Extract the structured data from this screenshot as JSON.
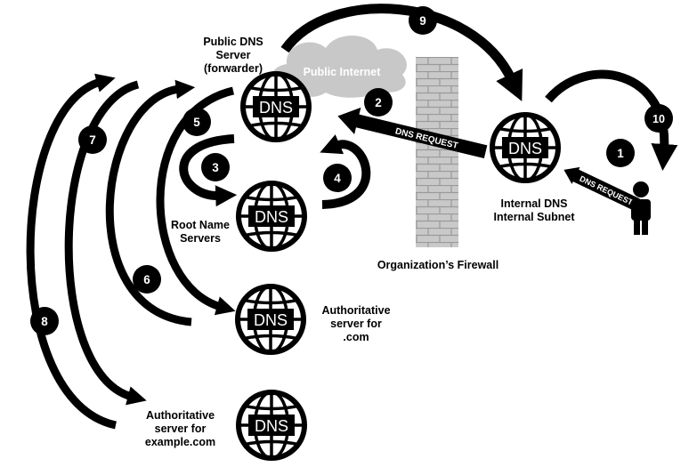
{
  "nodes": {
    "public_dns": {
      "lines": [
        "Public DNS",
        "Server",
        "(forwarder)"
      ],
      "icon_text": "DNS"
    },
    "root": {
      "lines": [
        "Root Name",
        "Servers"
      ],
      "icon_text": "DNS"
    },
    "auth_com": {
      "lines": [
        "Authoritative",
        "server for",
        ".com"
      ],
      "icon_text": "DNS"
    },
    "auth_example": {
      "lines": [
        "Authoritative",
        "server for",
        "example.com"
      ],
      "icon_text": "DNS"
    },
    "internal_dns": {
      "lines": [
        "Internal DNS",
        "Internal Subnet"
      ],
      "icon_text": "DNS"
    }
  },
  "cloud_label": "Public Internet",
  "firewall_label": "Organization’s Firewall",
  "request_label_main": "DNS REQUEST",
  "request_label_client": "DNS REQUEST",
  "steps": [
    "1",
    "2",
    "3",
    "4",
    "5",
    "6",
    "7",
    "8",
    "9",
    "10"
  ],
  "icons": [
    "globe-icon",
    "user-icon",
    "cloud-icon",
    "firewall-brick-icon"
  ],
  "colors": {
    "ink": "#000000",
    "cloud": "#c8c8c8",
    "brick": "#c9c9c9",
    "mortar": "#9a9a9a"
  }
}
